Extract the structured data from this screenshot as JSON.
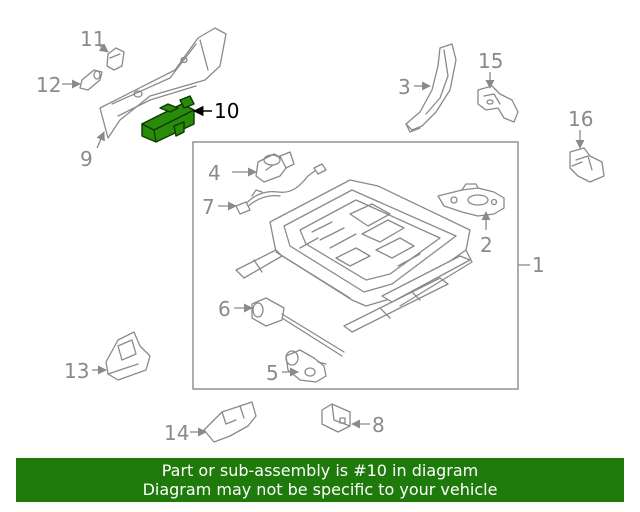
{
  "callouts": {
    "c1": "1",
    "c2": "2",
    "c3": "3",
    "c4": "4",
    "c5": "5",
    "c6": "6",
    "c7": "7",
    "c8": "8",
    "c9": "9",
    "c10": "10",
    "c11": "11",
    "c12": "12",
    "c13": "13",
    "c14": "14",
    "c15": "15",
    "c16": "16"
  },
  "highlight": {
    "part_number": "10",
    "color": "#2a8a0a"
  },
  "banner": {
    "line1": "Part or sub-assembly is #10 in diagram",
    "line2": "Diagram may not be specific to your vehicle",
    "color": "#1f7a0c"
  }
}
